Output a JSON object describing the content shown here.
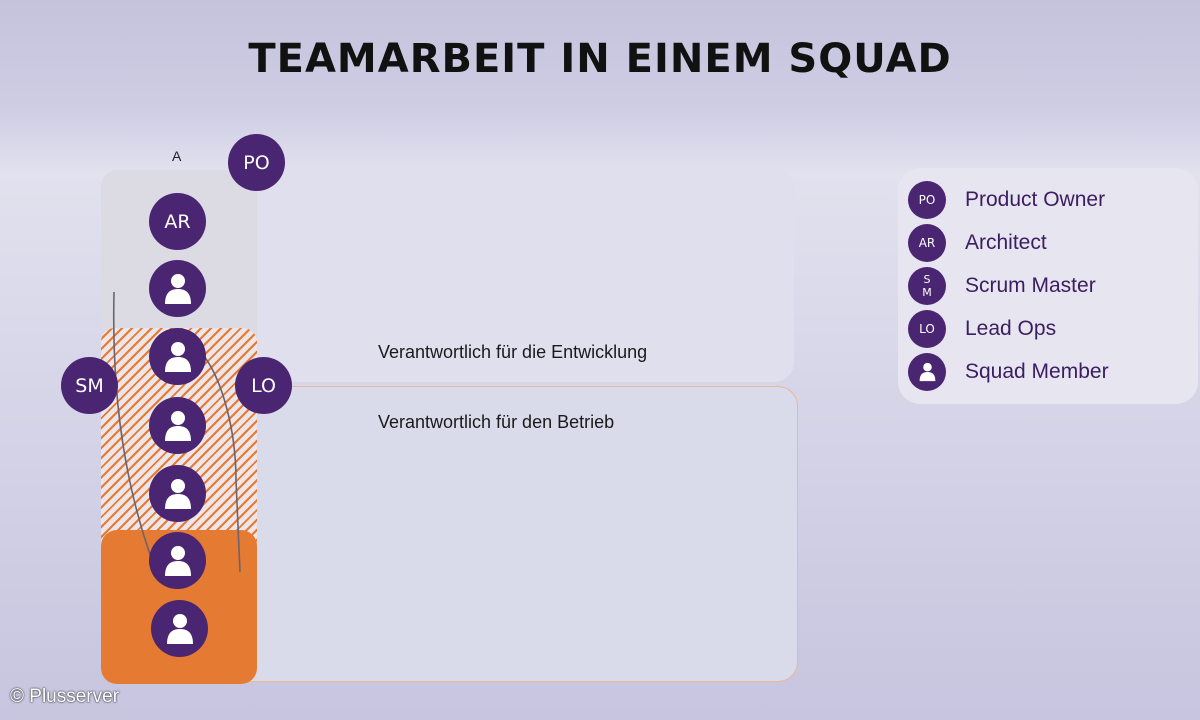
{
  "title": "TEAMARBEIT IN EINEM SQUAD",
  "column_label": "A",
  "panels": {
    "development": "Verantwortlich für die Entwicklung",
    "operations": "Verantwortlich für den Betrieb"
  },
  "roles": {
    "po": "PO",
    "ar": "AR",
    "sm": "SM",
    "lo": "LO"
  },
  "legend": [
    {
      "abbr": "PO",
      "label": "Product Owner"
    },
    {
      "abbr": "AR",
      "label": "Architect"
    },
    {
      "abbr": "S\nM",
      "label": "Scrum Master"
    },
    {
      "abbr": "LO",
      "label": "Lead Ops"
    },
    {
      "abbr": "",
      "icon": "person-icon",
      "label": "Squad Member"
    }
  ],
  "colors": {
    "circle": "#4a2571",
    "orange": "#e57a33",
    "legend_text": "#3b1d60"
  },
  "copyright": "© Plusserver"
}
